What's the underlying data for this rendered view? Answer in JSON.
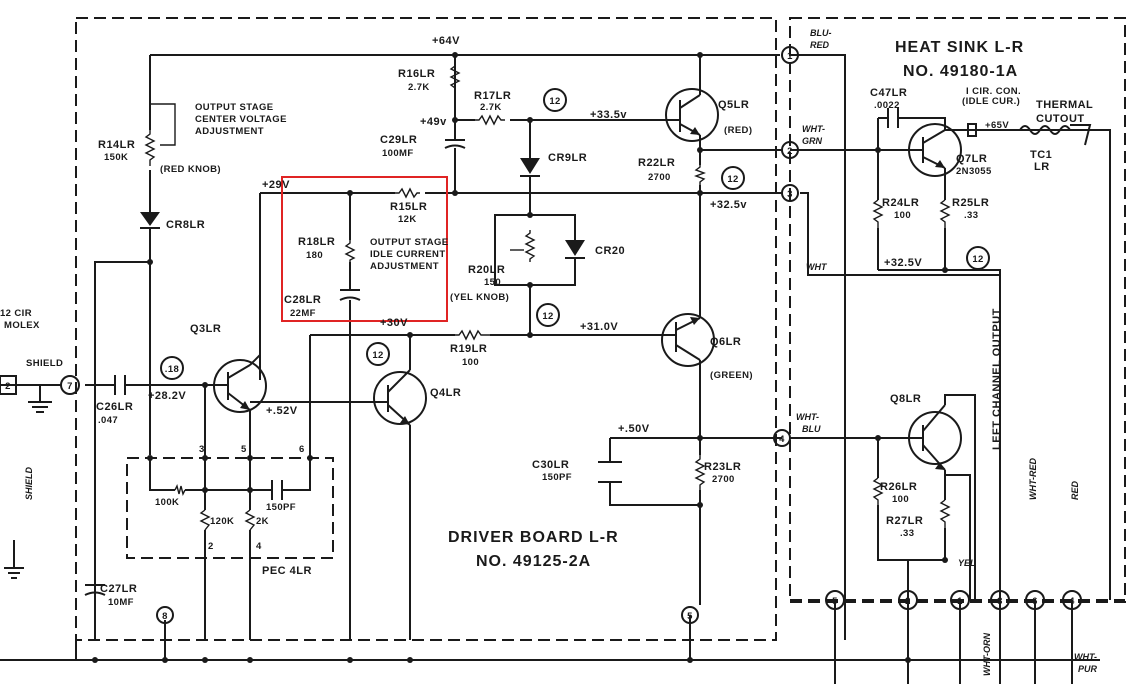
{
  "heat_sink": {
    "title_line1": "HEAT SINK L-R",
    "title_line2": "NO. 49180-1A"
  },
  "driver_board": {
    "title_line1": "DRIVER BOARD L-R",
    "title_line2": "NO. 49125-2A"
  },
  "voltages": {
    "v64": "+64V",
    "v49": "+49v",
    "v335": "+33.5v",
    "v29": "+29V",
    "v325a": "+32.5v",
    "v325b": "+32.5V",
    "v65": "+65V",
    "v30": "+30V",
    "v310": "+31.0V",
    "v282": "+28.2V",
    "v52": "+.52V",
    "v50": "+.50V",
    "v18": ".18"
  },
  "components": {
    "r16": "R16LR",
    "r16v": "2.7K",
    "r17": "R17LR",
    "r17v": "2.7K",
    "c29": "C29LR",
    "c29v": "100MF",
    "cr9": "CR9LR",
    "q5": "Q5LR",
    "q5c": "(RED)",
    "r22": "R22LR",
    "r22v": "2700",
    "r14": "R14LR",
    "r14v": "150K",
    "red_knob": "(RED KNOB)",
    "out_center_1": "OUTPUT STAGE",
    "out_center_2": "CENTER VOLTAGE",
    "out_center_3": "ADJUSTMENT",
    "cr8": "CR8LR",
    "r15": "R15LR",
    "r15v": "12K",
    "r18": "R18LR",
    "r18v": "180",
    "idle_1": "OUTPUT STAGE",
    "idle_2": "IDLE CURRENT",
    "idle_3": "ADJUSTMENT",
    "c28": "C28LR",
    "c28v": "22MF",
    "r20": "R20LR",
    "r20v": "150",
    "yel_knob": "(YEL KNOB)",
    "cr20": "CR20",
    "q3": "Q3LR",
    "q4": "Q4LR",
    "r19": "R19LR",
    "r19v": "100",
    "q6": "Q6LR",
    "q6c": "(GREEN)",
    "c26": "C26LR",
    "c26v": ".047",
    "r100k": "100K",
    "r120k": "120K",
    "r2k": "2K",
    "c150": "150PF",
    "pec": "PEC 4LR",
    "c30": "C30LR",
    "c30v": "150PF",
    "r23": "R23LR",
    "r23v": "2700",
    "c27": "C27LR",
    "c27v": "10MF",
    "c47": "C47LR",
    "c47v": ".0022",
    "idle_con_1": "I CIR. CON.",
    "idle_con_2": "(IDLE CUR.)",
    "thermal_1": "THERMAL",
    "thermal_2": "CUTOUT",
    "tc1": "TC1",
    "tc1b": "LR",
    "q7": "Q7LR",
    "q7v": "2N3055",
    "r24": "R24LR",
    "r24v": "100",
    "r25": "R25LR",
    "r25v": ".33",
    "q8": "Q8LR",
    "r26": "R26LR",
    "r26v": "100",
    "r27": "R27LR",
    "r27v": ".33",
    "left_out": "LEFT CHANNEL OUTPUT",
    "molex_1": "12 CIR",
    "molex_2": "MOLEX",
    "shield": "SHIELD",
    "shield_v": "SHIELD"
  },
  "wire_colors": {
    "blu_red_1": "BLU-",
    "blu_red_2": "RED",
    "wht_grn_1": "WHT-",
    "wht_grn_2": "GRN",
    "wht": "WHT",
    "wht_blu_1": "WHT-",
    "wht_blu_2": "BLU",
    "yel": "YEL",
    "wht_org": "WHT-ORN",
    "wht_red": "WHT-RED",
    "red": "RED",
    "wht_pur_1": "WHT-",
    "wht_pur_2": "PUR"
  },
  "markers": {
    "n12": "12",
    "c1": "1",
    "c2": "2",
    "c3": "3",
    "c4": "4",
    "c5": "5",
    "c6": "6",
    "c7": "7",
    "c8": "8",
    "p2": "2",
    "p3": "3",
    "p4": "4",
    "p5": "5",
    "p6": "6"
  },
  "colors": {
    "ink": "#1a1a1a",
    "highlight": "#e02424"
  }
}
